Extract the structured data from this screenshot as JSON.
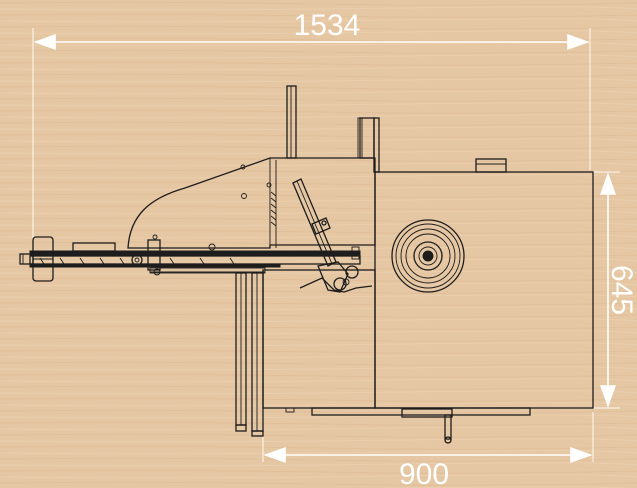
{
  "dimensions": {
    "overall_width": "1534",
    "table_width": "900",
    "table_depth": "645"
  },
  "colors": {
    "background": "#e6c7a3",
    "dimension": "#ffffff",
    "linework": "#1d1d1d"
  }
}
